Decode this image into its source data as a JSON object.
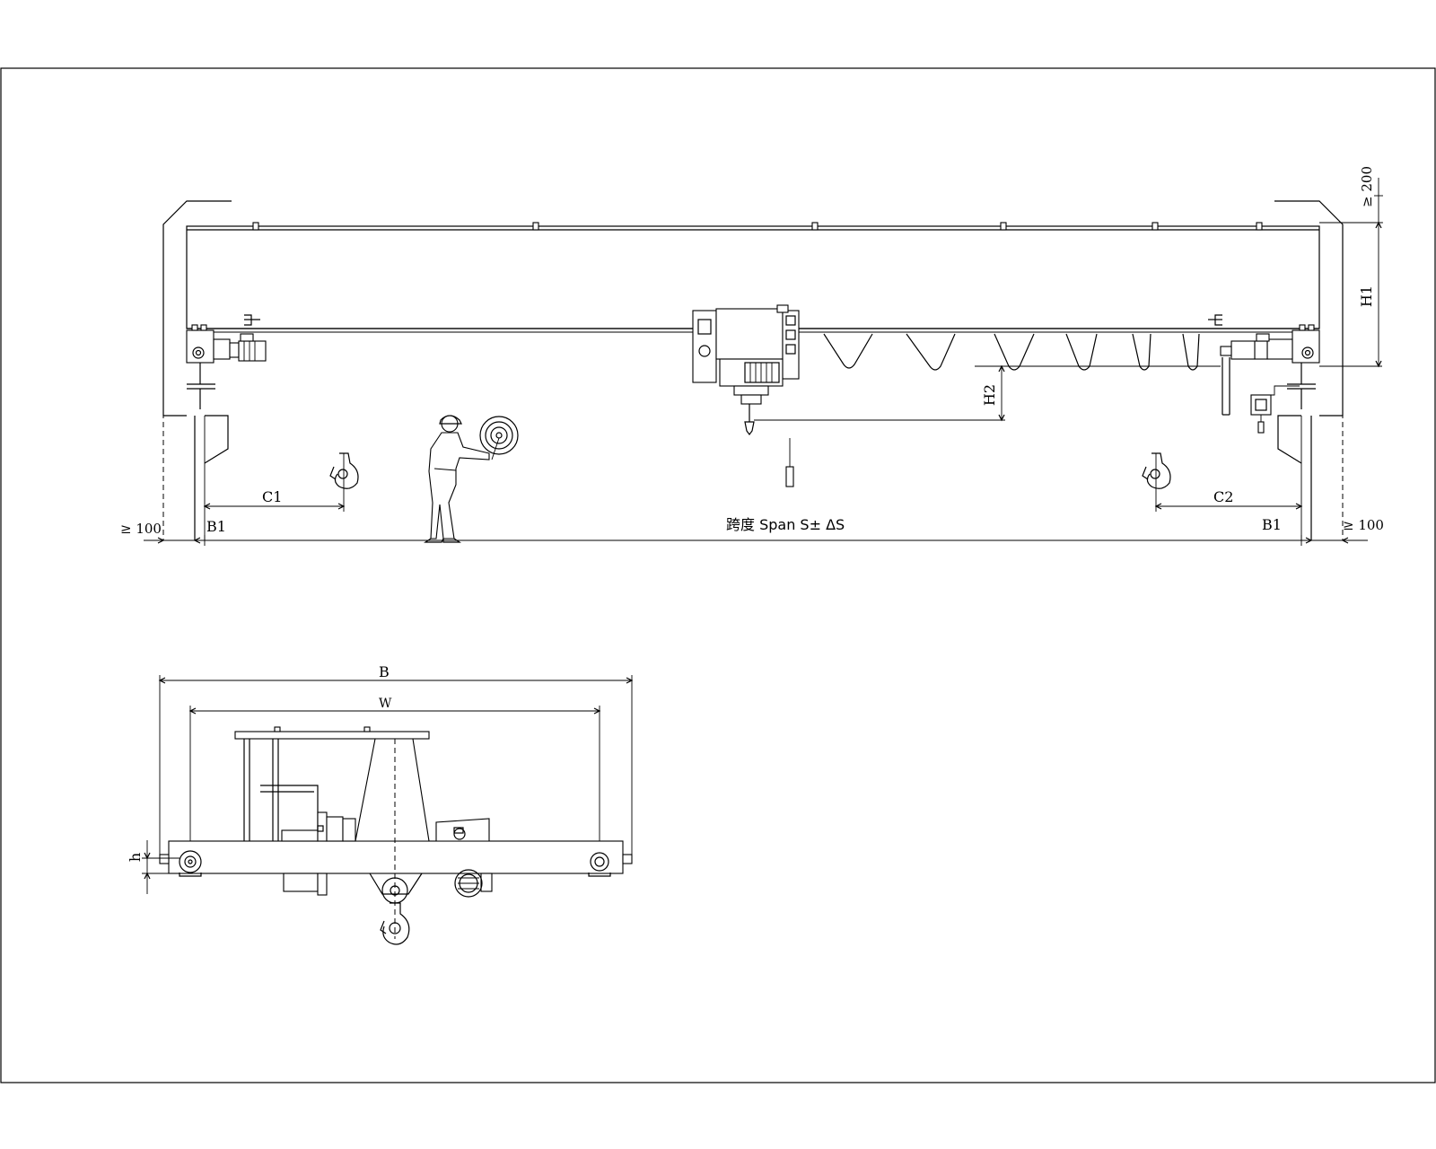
{
  "side_view": {
    "dim_gap_top": "≥ 200",
    "dim_h1": "H1",
    "dim_h2": "H2",
    "dim_c1": "C1",
    "dim_c2": "C2",
    "dim_b1_left": "B1",
    "dim_b1_right": "B1",
    "dim_clear_left": "≥ 100",
    "dim_clear_right": "≥ 100",
    "span_label": "跨度 Span S± ΔS"
  },
  "end_view": {
    "dim_b": "B",
    "dim_w": "W",
    "dim_h": "h"
  }
}
